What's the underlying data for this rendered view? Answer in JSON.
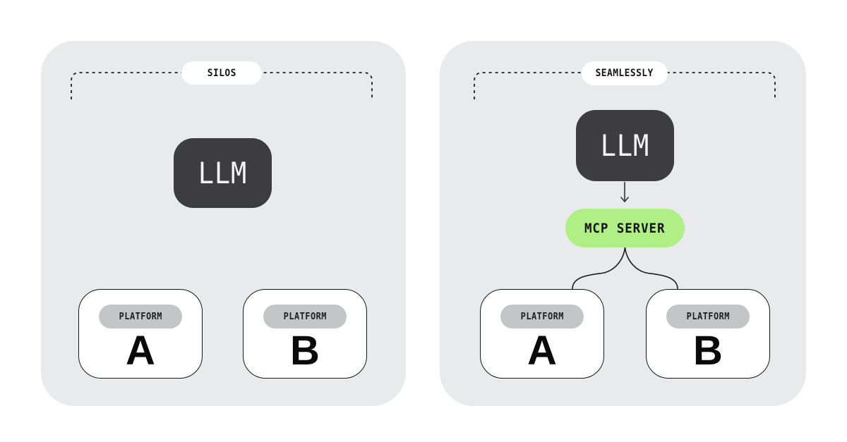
{
  "colors": {
    "panel_bg": "#E9EAEC",
    "dark_box": "#3D3D3F",
    "green": "#B0EE86",
    "pill_gray": "#C3C5C7",
    "line": "#1E1E1E",
    "text_dark": "#141414",
    "text_light": "#F4F4F4"
  },
  "left_panel": {
    "bracket_label": "SILOS",
    "llm_label": "LLM",
    "platforms": [
      {
        "tag": "PLATFORM",
        "letter": "A"
      },
      {
        "tag": "PLATFORM",
        "letter": "B"
      }
    ]
  },
  "right_panel": {
    "bracket_label": "SEAMLESSLY",
    "llm_label": "LLM",
    "mcp_label": "MCP SERVER",
    "platforms": [
      {
        "tag": "PLATFORM",
        "letter": "A"
      },
      {
        "tag": "PLATFORM",
        "letter": "B"
      }
    ]
  }
}
